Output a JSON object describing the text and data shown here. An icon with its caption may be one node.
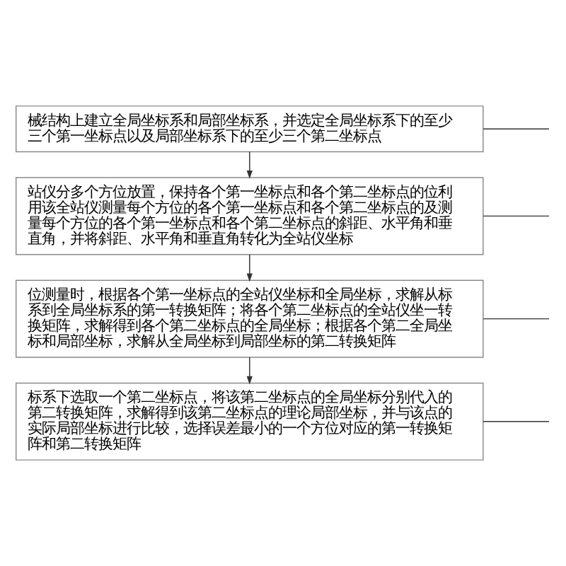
{
  "diagram": {
    "nodes": [
      {
        "text": [
          "械结构上建立全局坐标系和局部坐标系，并选定全局坐标系下的至少三个第一坐标点以及局部坐标系下的至少三个第二坐标点"
        ]
      },
      {
        "text": [
          "站仪分多个方位放置，保持各个第一坐标点和各个第二坐标点的位利用该全站仪测量每个方位的各个第一坐标点和各个第二坐标点的及测量每个方位的各个第一坐标点和各个第二坐标点的斜距、水平角和垂直角，并将斜距、水平角和垂直角转化为全站仪坐标"
        ]
      },
      {
        "text": [
          "位测量时，根据各个第一坐标点的全站仪坐标和全局坐标，求解从标系到全局坐标系的第一转换矩阵；将各个第二坐标点的全站仪坐一转换矩阵，求解得到各个第二坐标点的全局坐标；根据各个第二全局坐标和局部坐标，求解从全局坐标到局部坐标的第二转换矩阵"
        ]
      },
      {
        "text": [
          "标系下选取一个第二坐标点，将该第二坐标点的全局坐标分别代入的第二转换矩阵，求解得到该第二坐标点的理论局部坐标，并与该点的实际局部坐标进行比较，选择误差最小的一个方位对应的第一转换矩阵和第二转换矩阵"
        ]
      }
    ],
    "edges": [
      {
        "from": 0,
        "to": 1,
        "arrow": "to"
      },
      {
        "from": 1,
        "to": 2,
        "arrow": "to"
      },
      {
        "from": 2,
        "to": 3,
        "arrow": "to"
      },
      {
        "from": null,
        "to": 0,
        "arrow": "none"
      },
      {
        "from": null,
        "to": 1,
        "arrow": "none"
      },
      {
        "from": null,
        "to": 2,
        "arrow": "none"
      },
      {
        "from": null,
        "to": 3,
        "arrow": "none"
      }
    ]
  }
}
